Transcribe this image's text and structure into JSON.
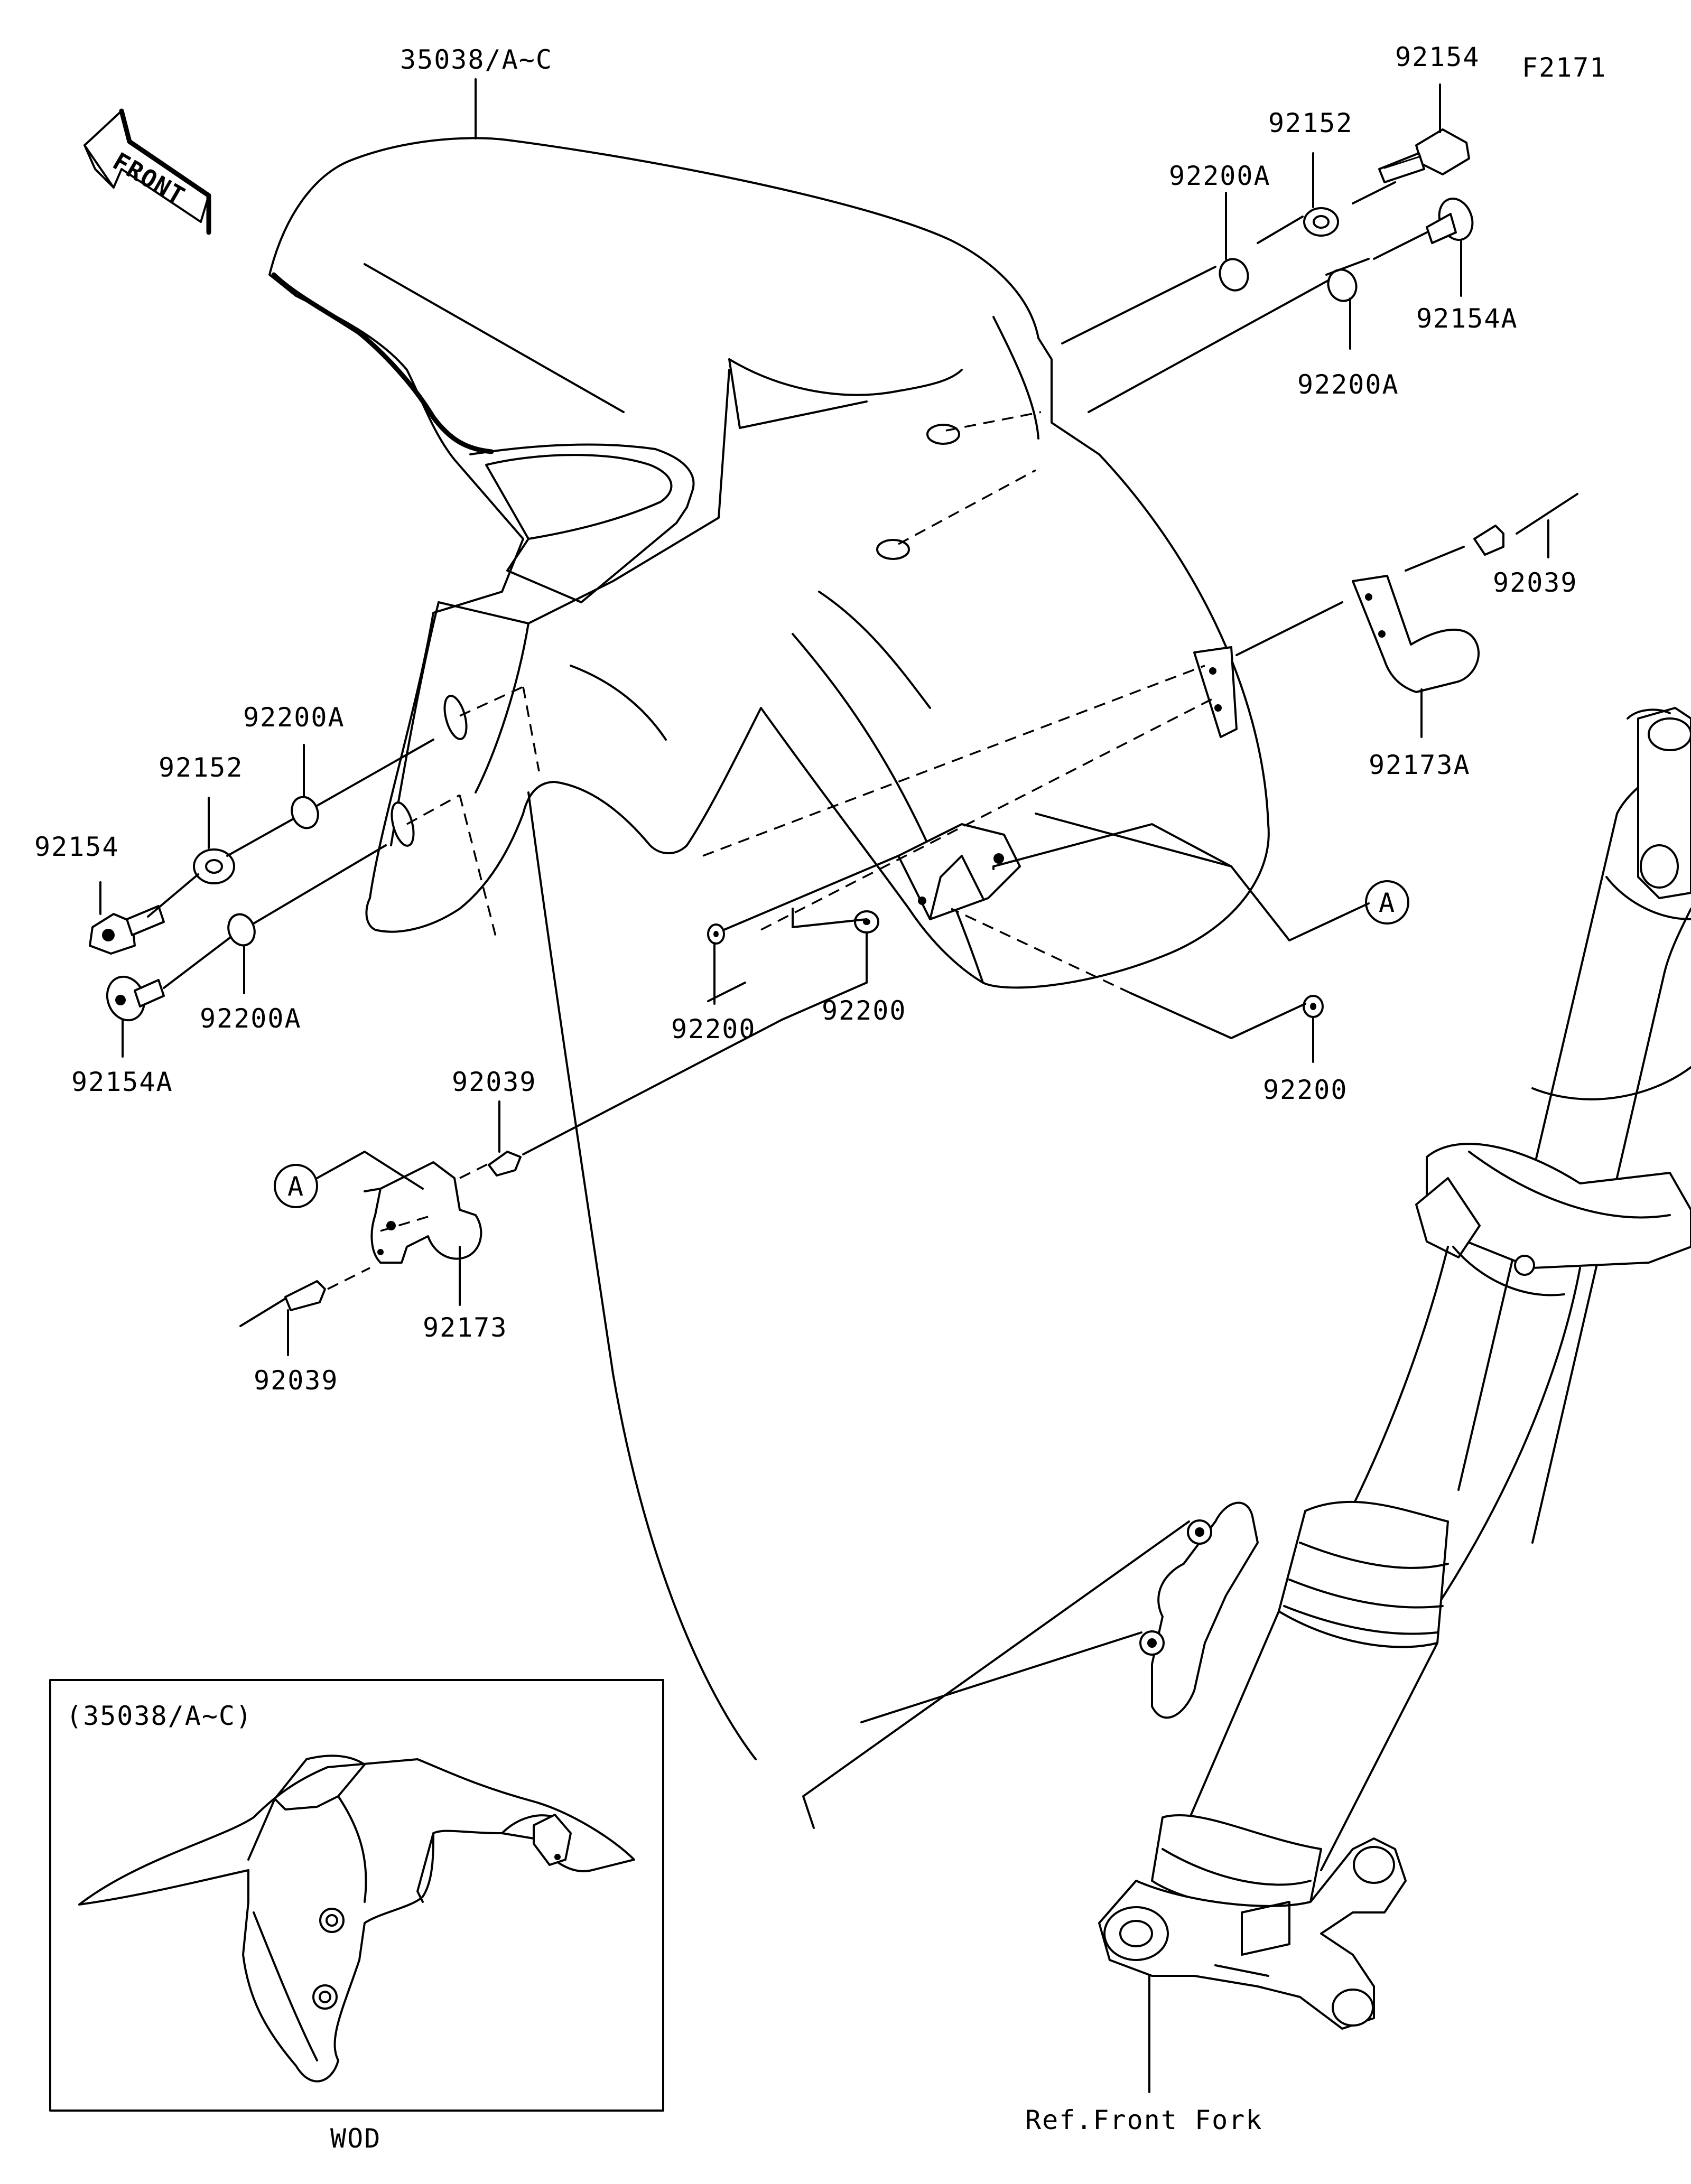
{
  "figure_code": "F2171",
  "front_label": "FRONT",
  "callouts": {
    "fender": "35038/A~C",
    "bolt_top": "92154",
    "washer_top": "92152",
    "oring_top_a": "92200A",
    "oring_top_b": "92200A",
    "bolt_top_a": "92154A",
    "rivet_right": "92039",
    "clamp_right": "92173A",
    "ref_a_right": "A",
    "oring_left_a": "92200A",
    "washer_left": "92152",
    "bolt_left": "92154",
    "bolt_left_a": "92154A",
    "oring_left_b": "92200A",
    "grommet_1": "92200",
    "grommet_2": "92200",
    "grommet_3": "92200",
    "rivet_left_top": "92039",
    "ref_a_left": "A",
    "clamp_left": "92173",
    "rivet_left_bottom": "92039",
    "fork_ref": "Ref.Front Fork"
  },
  "inset": {
    "title": "(35038/A~C)",
    "caption": "WOD"
  }
}
